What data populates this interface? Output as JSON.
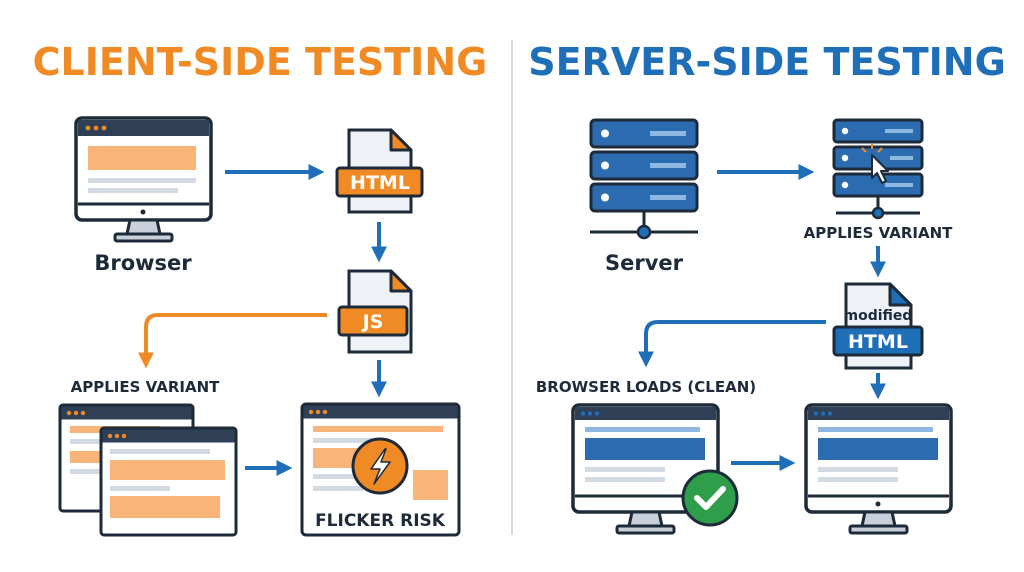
{
  "left": {
    "title": "CLIENT-SIDE TESTING",
    "browser_label": "Browser",
    "html_tag": "HTML",
    "js_tag": "JS",
    "applies_variant_label": "APPLIES VARIANT",
    "flicker_label": "FLICKER RISK"
  },
  "right": {
    "title": "SERVER-SIDE TESTING",
    "server_label": "Server",
    "applies_variant_label": "APPLIES VARIANT",
    "modified_label": "modified",
    "html_tag": "HTML",
    "browser_loads_label": "BROWSER LOADS (CLEAN)"
  },
  "colors": {
    "orange": "#f08a24",
    "blue": "#1f6fb8",
    "navy": "#1d2a3a",
    "peach": "#f9b47a",
    "green": "#2e9e4a"
  }
}
